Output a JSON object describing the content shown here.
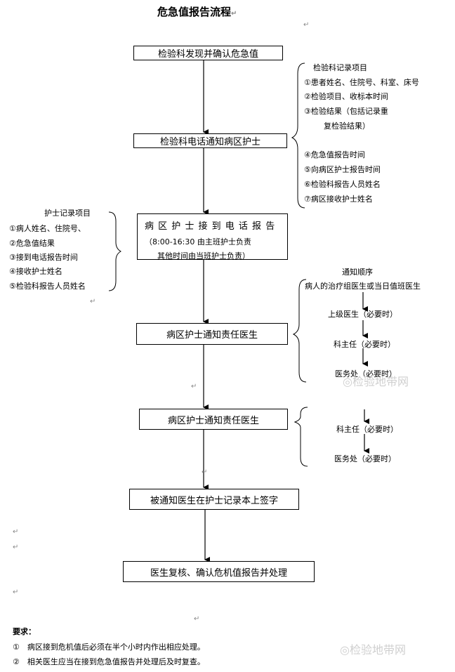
{
  "title": "危急值报告流程",
  "para_mark": "↵",
  "flow_boxes": [
    "检验科发现并确认危急值",
    "检验科电话通知病区护士",
    "病 区 护 士 接 到 电 话 报 告",
    "病区护士通知责任医生",
    "病区护士通知责任医生",
    "被通知医生在护士记录本上签字",
    "医生复核、确认危机值报告并处理"
  ],
  "box3_sub": [
    "（8:00-16:30 由主班护士负责",
    "其他时间由当班护士负责）"
  ],
  "lab_record": {
    "heading": "检验科记录项目",
    "items": [
      "①患者姓名、住院号、科室、床号",
      "②检验项目、收标本时间",
      "③检验结果（包括记录重",
      "复检验结果）",
      "④危急值报告时间",
      "⑤向病区护士报告时间",
      "⑥检验科报告人员姓名",
      "⑦病区接收护士姓名"
    ]
  },
  "nurse_record": {
    "heading": "护士记录项目",
    "items": [
      "①病人姓名、住院号、",
      "②危急值结果",
      "③接到电话报告时间",
      "④接收护士姓名",
      "⑤检验科报告人员姓名"
    ]
  },
  "notify_order": {
    "heading": "通知顺序",
    "items": [
      "病人的治疗组医生或当日值班医生",
      "上级医生（必要时）",
      "科主任（必要时）",
      "医务处（必要时）"
    ]
  },
  "notify_order2": {
    "items": [
      "科主任（必要时）",
      "医务处（必要时）"
    ]
  },
  "requirements": {
    "heading": "要求：",
    "items": [
      "①　病区接到危机值后必须在半个小时内作出相应处理。",
      "②　相关医生应当在接到危急值报告并处理后及时复查。"
    ]
  },
  "watermarks": [
    "检验地带网",
    "检验地带网"
  ]
}
